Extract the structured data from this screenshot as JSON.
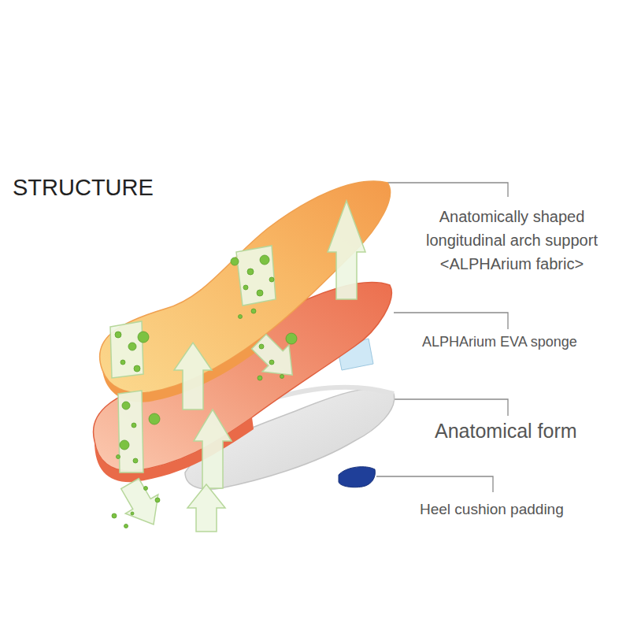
{
  "diagram": {
    "title": "STRUCTURE",
    "labels": [
      "Anatomically shaped longitudinal arch support <ALPHArium fabric>",
      "ALPHArium EVA sponge",
      "Anatomical form",
      "Heel cushion padding"
    ]
  }
}
